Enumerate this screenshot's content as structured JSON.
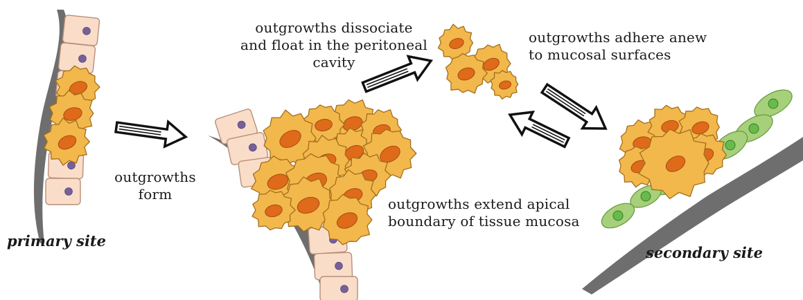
{
  "labels": {
    "outgrowths_form": [
      "outgrowths",
      "form"
    ],
    "dissociate": [
      "outgrowths dissociate",
      "and float in the peritoneal",
      "cavity"
    ],
    "adhere": [
      "outgrowths adhere anew",
      "to mucosal surfaces"
    ],
    "extend": [
      "outgrowths extend apical",
      "boundary of tissue mucosa"
    ],
    "primary_site": "primary site",
    "secondary_site": "secondary site"
  },
  "colors": {
    "epithelial_fill": "#f9ddc9",
    "epithelial_stroke": "#b88f78",
    "epithelial_nucleus": "#75609a",
    "outgrowth_fill": "#f2b84c",
    "outgrowth_stroke": "#a26e1c",
    "outgrowth_nucleus": "#de6a1a",
    "green_cell_fill": "#a7d07b",
    "green_cell_stroke": "#6b9c46",
    "green_nucleus": "#66bb4a",
    "tissue_gray": "#6e6e6e",
    "arrow_stroke": "#111111"
  },
  "icons": [
    "hollow-arrow-icon",
    "reversible-arrows-icon"
  ]
}
